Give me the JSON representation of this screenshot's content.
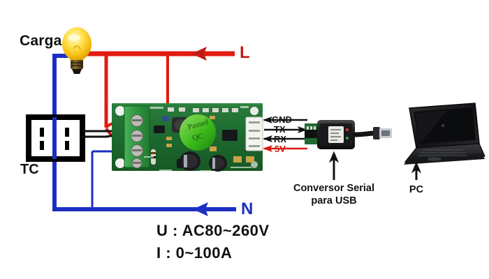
{
  "diagram": {
    "title_labels": {
      "load": "Carga",
      "ct": "TC",
      "line": "L",
      "neutral": "N"
    },
    "pins": {
      "gnd": "GND",
      "tx": "TX",
      "rx": "RX",
      "v5": "5V"
    },
    "captions": {
      "converter_line1": "Conversor Serial",
      "converter_line2": "para USB",
      "pc": "PC"
    },
    "specs": {
      "voltage": "U : AC80~260V",
      "current": "I : 0~100A"
    },
    "board_silk": {
      "sticker": "Passed",
      "sticker_sub": "QC"
    },
    "colors": {
      "live_wire": "#e01b10",
      "neutral_wire": "#1b2fc2",
      "signal_wire": "#111111",
      "pcb_green": "#1f6b32",
      "terminal_green": "#2f9c3f",
      "bulb": "#f5c318",
      "ct_body": "#000000"
    }
  }
}
